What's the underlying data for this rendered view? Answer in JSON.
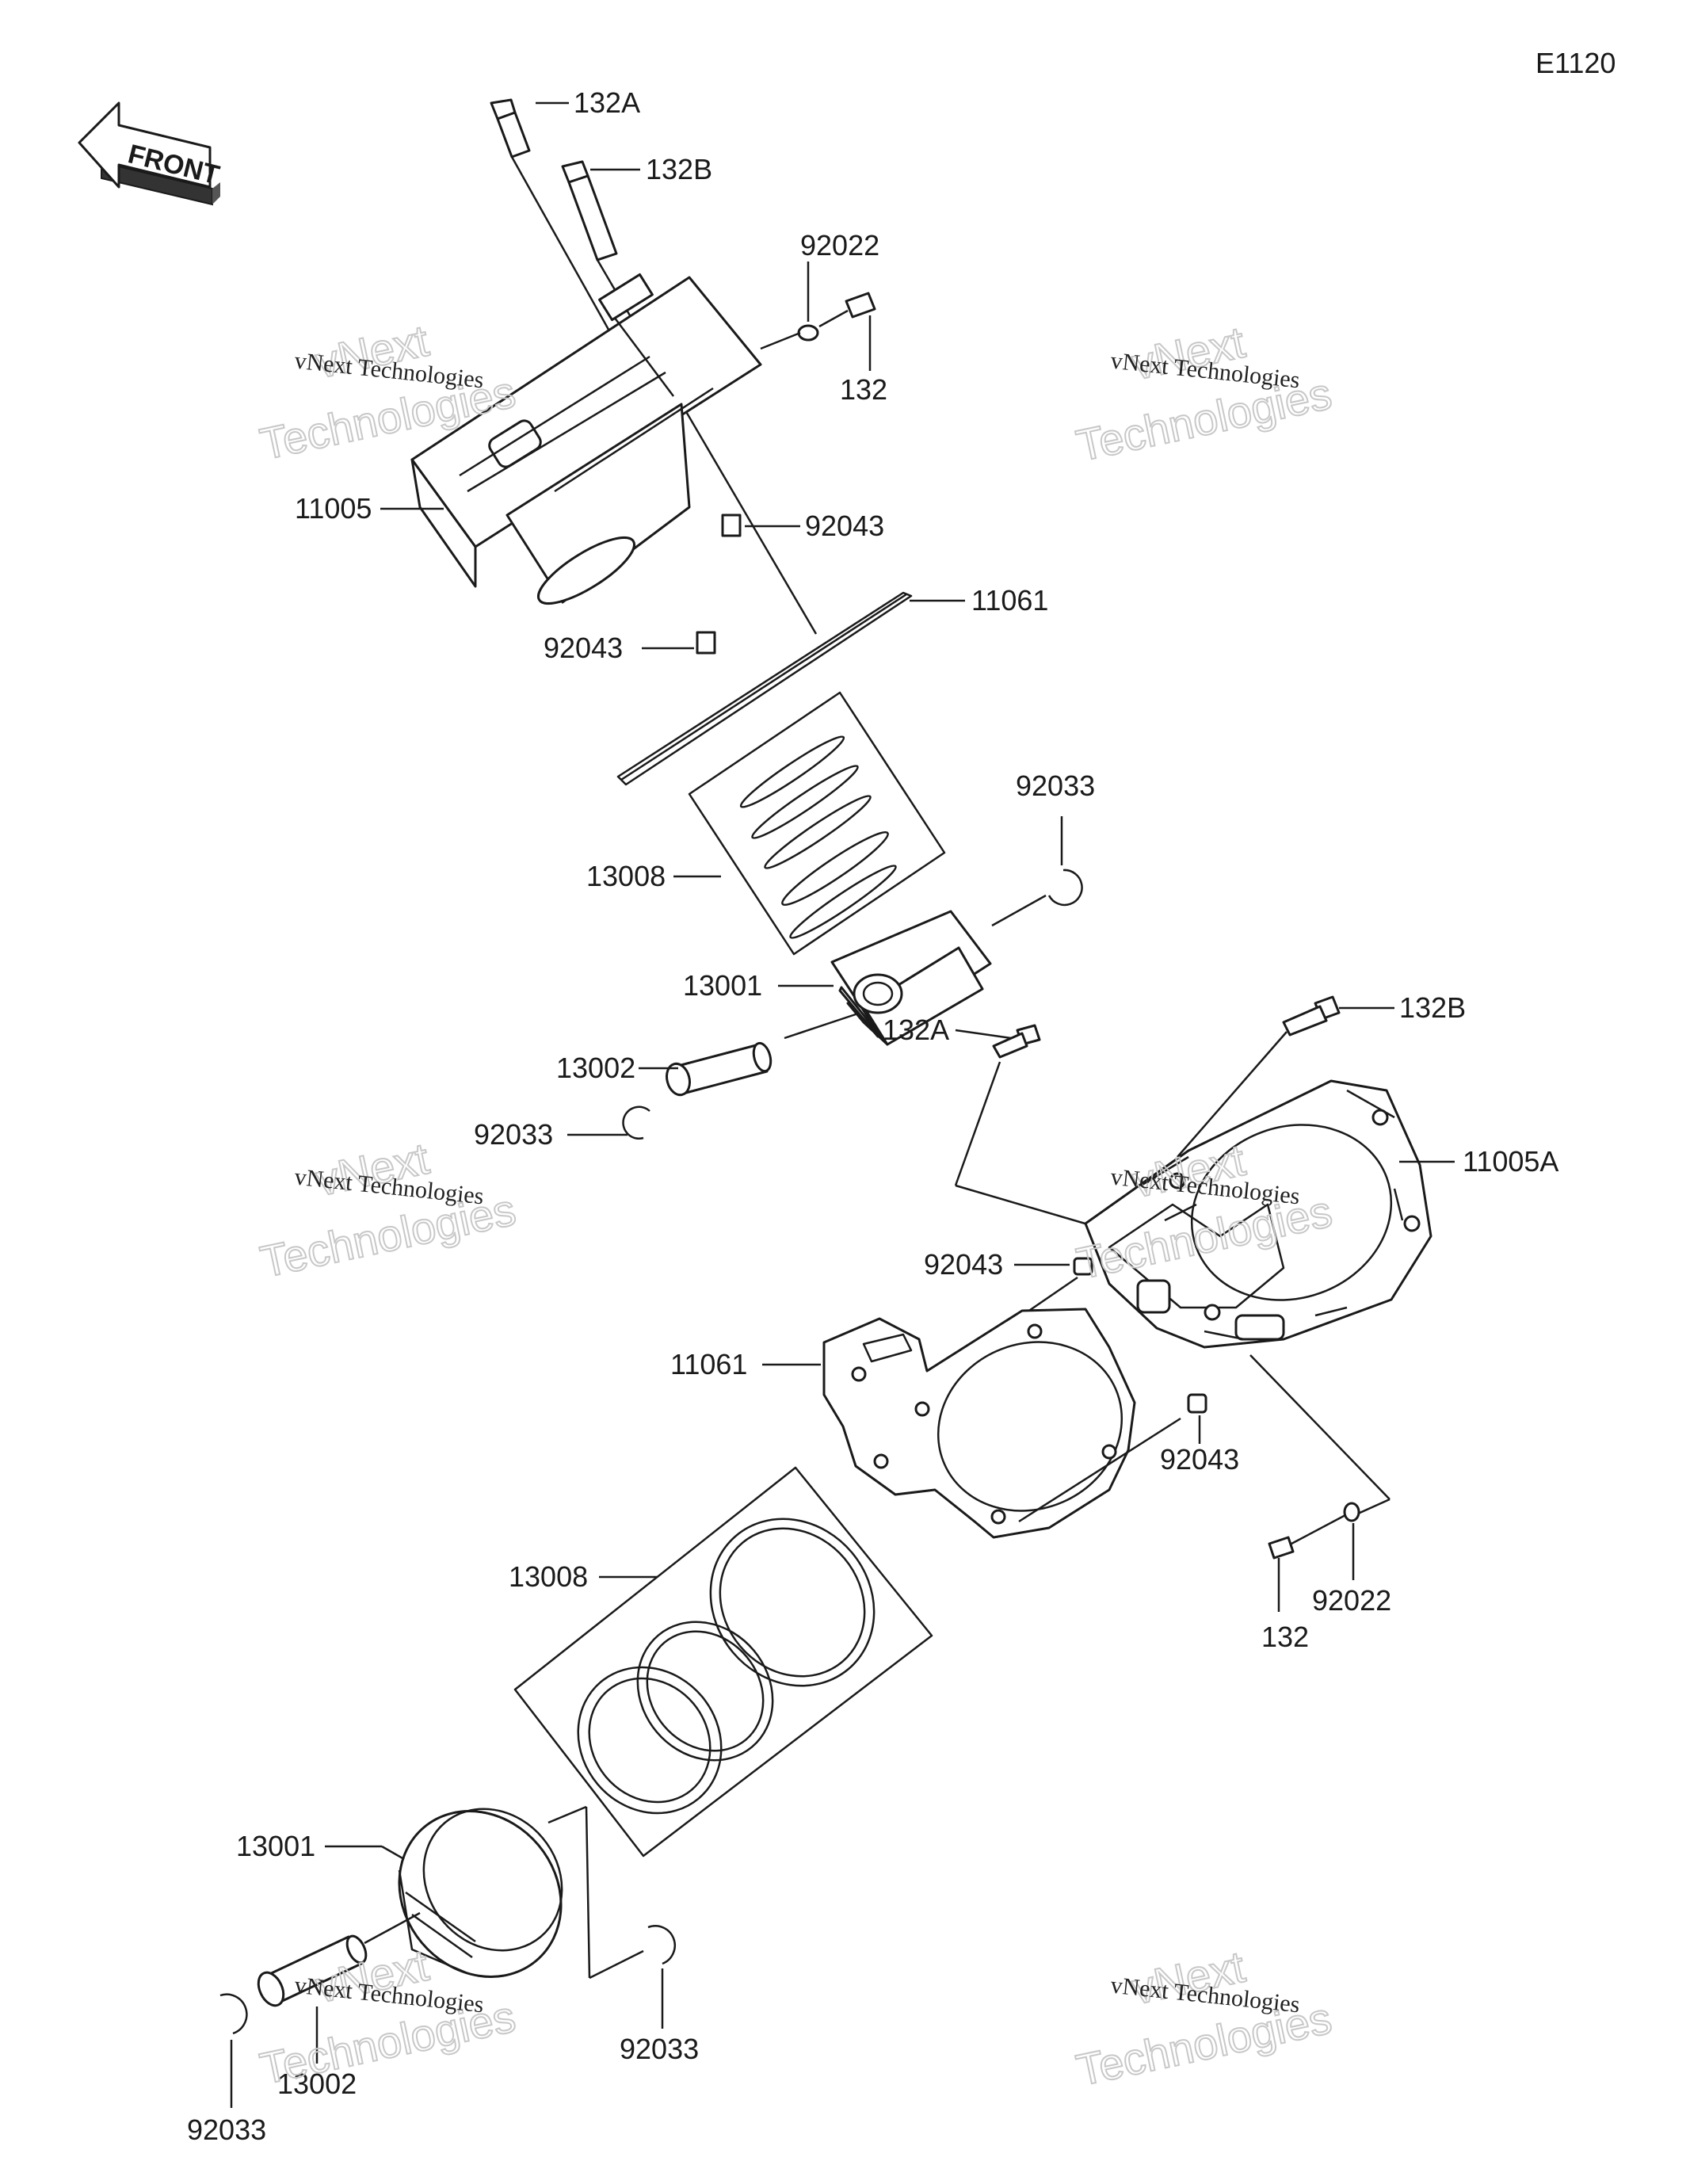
{
  "diagram_code": "E1120",
  "front_label": "FRONT",
  "watermark": {
    "line1": "vNext Technologies",
    "line2a": "vNext",
    "line2b": "Technologies"
  },
  "labels": {
    "l132A_top": "132A",
    "l132B_top": "132B",
    "l92022_top": "92022",
    "l132_top": "132",
    "l11005": "11005",
    "l92043_a": "92043",
    "l11061_top": "11061",
    "l92043_b": "92043",
    "l92033_top": "92033",
    "l13008_top": "13008",
    "l13001_top": "13001",
    "l13002_top": "13002",
    "l92033_left": "92033",
    "l132B_right": "132B",
    "l132A_mid": "132A",
    "l11005A": "11005A",
    "l92043_c": "92043",
    "l11061_bot": "11061",
    "l92043_d": "92043",
    "l132_bot": "132",
    "l92022_bot": "92022",
    "l13008_bot": "13008",
    "l13001_bot": "13001",
    "l92033_mid": "92033",
    "l13002_bot": "13002",
    "l92033_bot": "92033"
  }
}
